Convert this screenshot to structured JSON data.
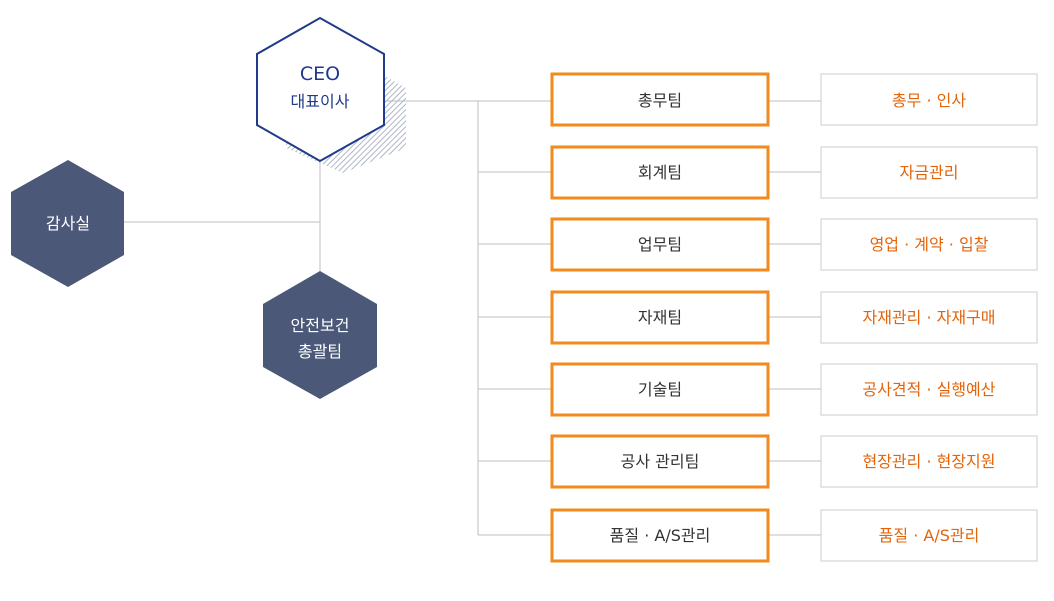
{
  "ceo": {
    "title": "CEO",
    "subtitle": "대표이사"
  },
  "audit": {
    "label": "감사실"
  },
  "safety": {
    "line1": "안전보건",
    "line2": "총괄팀"
  },
  "teams": [
    {
      "name": "총무팀",
      "duty": "총무 · 인사"
    },
    {
      "name": "회계팀",
      "duty": "자금관리"
    },
    {
      "name": "업무팀",
      "duty": "영업 · 계약 · 입찰"
    },
    {
      "name": "자재팀",
      "duty": "자재관리 · 자재구매"
    },
    {
      "name": "기술팀",
      "duty": "공사견적 · 실행예산"
    },
    {
      "name": "공사 관리팀",
      "duty": "현장관리 · 현장지원"
    },
    {
      "name": "품질 · A/S관리",
      "duty": "품질 · A/S관리"
    }
  ],
  "colors": {
    "ceo_stroke": "#1f3a8a",
    "dark_hex": "#4b5878",
    "team_border": "#f28a1e",
    "duty_text": "#e4640b",
    "line": "#bfbfbf"
  }
}
